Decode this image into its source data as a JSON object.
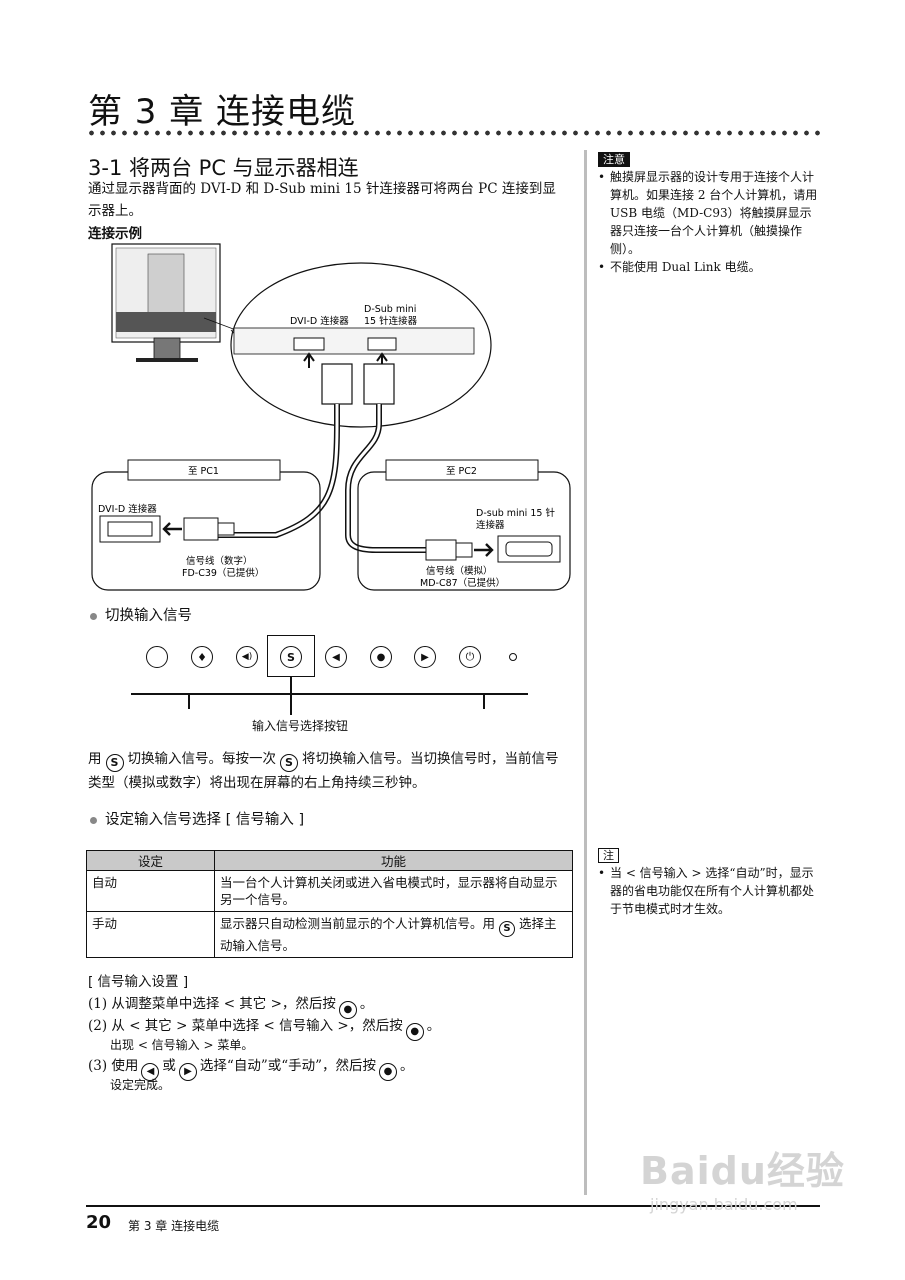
{
  "chapter": {
    "title": "第 3 章  连接电缆"
  },
  "section": {
    "title": "3-1   将两台 PC 与显示器相连",
    "intro": "通过显示器背面的 DVI-D 和 D-Sub mini 15 针连接器可将两台 PC 连接到显示器上。",
    "example_label": "连接示例"
  },
  "diagram": {
    "dvi_connector": "DVI-D 连接器",
    "dsub_connector_line1": "D-Sub mini",
    "dsub_connector_line2": "15 针连接器",
    "to_pc1": "至 PC1",
    "to_pc2": "至 PC2",
    "pc1_connector": "DVI-D 连接器",
    "pc2_connector_line1": "D-sub mini 15 针",
    "pc2_connector_line2": "连接器",
    "cable1_line1": "信号线（数字）",
    "cable1_line2": "FD-C39（已提供）",
    "cable2_line1": "信号线（模拟）",
    "cable2_line2": "MD-C87（已提供）"
  },
  "switch_input": {
    "heading": "切换输入信号",
    "callout": "输入信号选择按钮",
    "desc_part1": "用",
    "desc_part2": "切换输入信号。每按一次",
    "desc_part3": "将切换输入信号。当切换信号时，当前信号类型（模拟或数字）将出现在屏幕的右上角持续三秒钟。",
    "s_symbol": "S"
  },
  "panel_buttons": [
    {
      "name": "blank-button",
      "glyph": ""
    },
    {
      "name": "eco-button",
      "glyph": "♦"
    },
    {
      "name": "volume-button",
      "glyph": "◀)"
    },
    {
      "name": "input-select-button",
      "glyph": "S"
    },
    {
      "name": "left-button",
      "glyph": "◀"
    },
    {
      "name": "enter-button",
      "glyph": "●"
    },
    {
      "name": "right-button",
      "glyph": "▶"
    },
    {
      "name": "power-button",
      "glyph": "⏻"
    }
  ],
  "setting": {
    "heading": "设定输入信号选择 [ 信号输入 ]",
    "columns": [
      "设定",
      "功能"
    ],
    "rows": [
      [
        "自动",
        "当一台个人计算机关闭或进入省电模式时，显示器将自动显示另一个信号。"
      ],
      [
        "手动",
        "显示器只自动检测当前显示的个人计算机信号。用 S 选择主动输入信号。"
      ]
    ],
    "row2_part1": "显示器只自动检测当前显示的个人计算机信号。用",
    "row2_part2": "选择主动输入信号。"
  },
  "steps": {
    "title": "[ 信号输入设置 ]",
    "s1_a": "(1) 从调整菜单中选择 < 其它 >，然后按",
    "s1_b": "。",
    "s2_a": "(2) 从 < 其它 > 菜单中选择 < 信号输入 >，然后按",
    "s2_b": "。",
    "s2_sub": "出现 < 信号输入 > 菜单。",
    "s3_a": "(3) 使用",
    "s3_b": "或",
    "s3_c": "选择“自动”或“手动”，然后按",
    "s3_d": "。",
    "s3_sub": "设定完成。"
  },
  "sidebar": {
    "note1_tag": "注意",
    "note1_items": [
      "触摸屏显示器的设计专用于连接个人计算机。如果连接 2 台个人计算机，请用 USB 电缆（MD-C93）将触摸屏显示器只连接一台个人计算机（触摸操作侧）。",
      "不能使用 Dual Link 电缆。"
    ],
    "note2_tag": "注",
    "note2_items": [
      "当 < 信号输入 > 选择“自动”时，显示器的省电功能仅在所有个人计算机都处于节电模式时才生效。"
    ]
  },
  "footer": {
    "page_number": "20",
    "chapter": "第 3 章  连接电缆"
  },
  "watermark": {
    "line1": "Baidu经验",
    "line2": "jingyan.baidu.com"
  }
}
